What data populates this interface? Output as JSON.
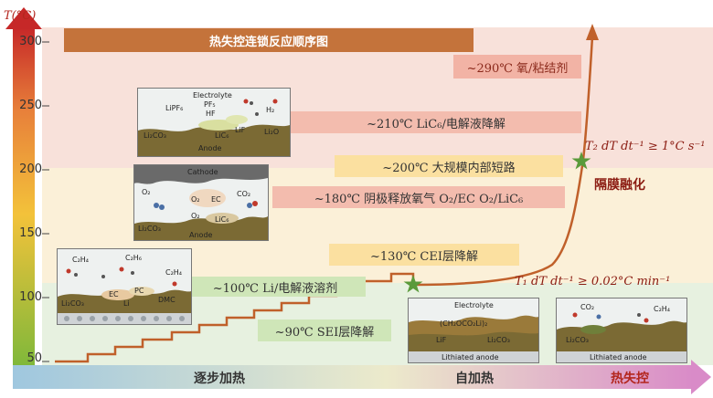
{
  "axis": {
    "label": "T(°C)",
    "ticks": [
      "300",
      "250",
      "200",
      "150",
      "100",
      "50"
    ]
  },
  "title": "热失控连锁反应顺序图",
  "events": {
    "e290": "~290℃ 氧/粘结剂",
    "e210": "~210℃ LiC₆/电解液降解",
    "e200": "~200℃ 大规模内部短路",
    "e180": "~180℃ 阴极释放氧气   O₂/EC  O₂/LiC₆",
    "e130": "~130℃ CEI层降解",
    "e100": "~100℃ Li/电解液溶剂",
    "e90": "~90℃ SEI层降解"
  },
  "annotations": {
    "t2": "T₂  dT dt⁻¹ ≥ 1°C s⁻¹",
    "t1": "T₁   dT dt⁻¹ ≥ 0.02°C min⁻¹",
    "separator": "隔膜融化"
  },
  "stages": {
    "gradual": "逐步加热",
    "self": "自加热",
    "runaway": "热失控"
  },
  "insets": {
    "electrolyte_anode": {
      "electrolyte": "Electrolyte",
      "lipf6": "LiPF₆",
      "pf5": "PF₅",
      "hf": "HF",
      "h2": "H₂",
      "li2co3": "Li₂CO₃",
      "lic6": "LiC₆",
      "lif": "LiF",
      "li2o": "Li₂O",
      "anode": "Anode"
    },
    "cathode_anode": {
      "cathode": "Cathode",
      "o2a": "O₂",
      "o2b": "O₂",
      "ec": "EC",
      "co2": "CO₂",
      "o2c": "O₂",
      "lic6": "LiC₆",
      "li2co3": "Li₂CO₃",
      "anode": "Anode"
    },
    "sei_solvent": {
      "c2h4a": "C₂H₄",
      "c2h6": "C₂H₆",
      "c2h4b": "C₂H₄",
      "li2co3": "Li₂CO₃",
      "ec": "EC",
      "pc": "PC",
      "dmc": "DMC",
      "lit": "Li"
    },
    "lithiated_1": {
      "electrolyte": "Electrolyte",
      "roco2li": "(CH₂OCO₂Li)₂",
      "lif": "LiF",
      "li2co3": "Li₂CO₃",
      "anode": "Lithiated anode"
    },
    "lithiated_2": {
      "co2": "CO₂",
      "c2h4": "C₂H₄",
      "li2co3": "Li₂CO₃",
      "anode": "Lithiated anode"
    }
  },
  "colors": {
    "band_top": "#f7ded8",
    "band_mid": "#fbefd6",
    "band_low": "#e6f0dc",
    "band_bottom": "#e9f2e6",
    "arrow_gradient": [
      "#c62828",
      "#e8813a",
      "#f3c23a",
      "#7fb83a"
    ],
    "bottom_gradient": [
      "#9fc7df",
      "#e9e8c8",
      "#d98bc8"
    ],
    "curve": "#c0602a",
    "star": "#5a9a3a",
    "box_pink": "#f2b7a8",
    "box_yellow": "#fbe2a4",
    "box_green": "#cfe6b8"
  }
}
